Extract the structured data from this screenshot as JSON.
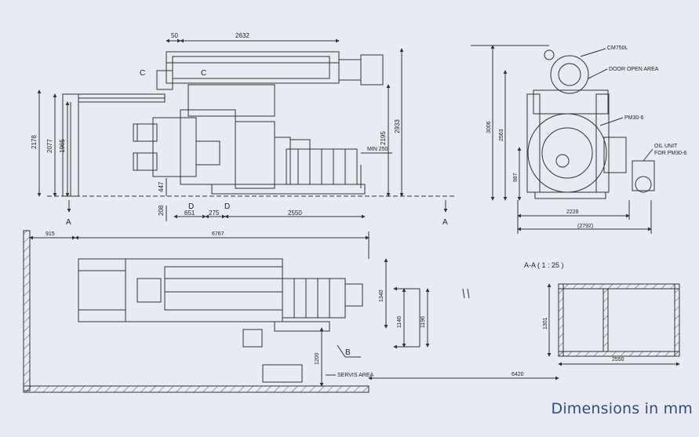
{
  "caption": "Dimensions in mm",
  "colors": {
    "background": "#e9ebf3",
    "line": "#333333",
    "caption": "#2a4f86"
  },
  "front_view": {
    "top_dims": [
      "50",
      "2632"
    ],
    "vertical_dims": [
      "2178",
      "2077",
      "1965",
      "447",
      "208",
      "2933",
      "2195"
    ],
    "bottom_dims": [
      "651",
      "275",
      "2550"
    ],
    "labels": [
      "C",
      "C",
      "D",
      "D",
      "MIN 250"
    ],
    "section_marks": [
      "A",
      "A"
    ]
  },
  "side_view": {
    "vertical_dims": [
      "3006",
      "2563",
      "987"
    ],
    "horizontal_dims": [
      "2228",
      "(2792)"
    ],
    "callouts": [
      "CM750L",
      "DOOR OPEN AREA",
      "PM30-6",
      "OIL UNIT",
      "FOR PM30-6"
    ]
  },
  "plan_view": {
    "dims": [
      "915",
      "6767",
      "1340",
      "1200",
      "1146",
      "1196",
      "6420"
    ],
    "labels": [
      "B",
      "SERVIS AREA"
    ]
  },
  "section_view": {
    "title": "A-A ( 1 : 25 )",
    "dims": [
      "1301",
      "2550"
    ]
  }
}
